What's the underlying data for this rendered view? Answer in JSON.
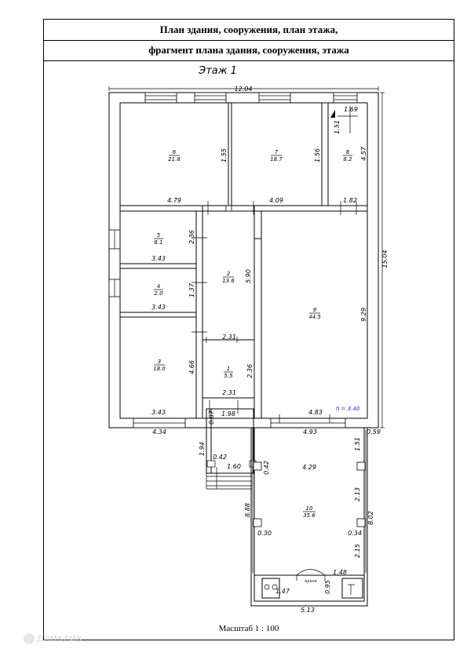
{
  "header": {
    "line1": "План здания, сооружения, план этажа,",
    "line2": "фрагмент плана здания, сооружения, этажа"
  },
  "floor_title": "Этаж 1",
  "rooms": [
    {
      "number": "1",
      "area": "5.5"
    },
    {
      "number": "2",
      "area": "13.6"
    },
    {
      "number": "3",
      "area": "18.0"
    },
    {
      "number": "4",
      "area": "2.0"
    },
    {
      "number": "5",
      "area": "8.1"
    },
    {
      "number": "6",
      "area": "21.8"
    },
    {
      "number": "7",
      "area": "18.7"
    },
    {
      "number": "8",
      "area": "8.2"
    },
    {
      "number": "9",
      "area": "44.5"
    },
    {
      "number": "10",
      "area": "35.6"
    }
  ],
  "dimensions": {
    "top_width": "12.04",
    "r6_height": "1.55",
    "r6_width": "4.79",
    "r7_height": "1.56",
    "r7_width": "4.09",
    "r8_top": "1.69",
    "r8_left": "1.51",
    "r8_height": "4.57",
    "r8_width": "1.82",
    "total_height": "15.04",
    "r5_height": "2.36",
    "r5_width": "3.43",
    "r4_height": "1.37",
    "r4_width": "3.43",
    "r2_height": "5.90",
    "r9_height": "9.29",
    "r1_top": "2.31",
    "r1_height": "2.36",
    "r1_bottom": "2.31",
    "r3_height": "4.66",
    "r3_width": "3.43",
    "bottom_left": "4.34",
    "porch_top": "1.98",
    "porch_side": "0.87",
    "r9_width": "4.83",
    "bottom_mid": "4.93",
    "offset_right": "0.59",
    "porch_height": "1.94",
    "porch_left": "0.42",
    "stair_width": "1.60",
    "r10_left_a": "0.42",
    "r10_top": "4.29",
    "r10_right_top": "1.51",
    "r10_right_a": "2.13",
    "r10_left_height": "8.88",
    "r10_right_height": "8.02",
    "r10_left_b": "0.30",
    "r10_right_b": "0.34",
    "r10_right_c": "2.15",
    "r10_wc_width": "1.48",
    "r10_wc_a": "1.47",
    "r10_wc_b": "0.95",
    "bottom_r10": "5.13"
  },
  "ceiling_height": "h = 3.40",
  "kitchen_label": "кухня",
  "scale": "Масштаб 1 : 100",
  "watermark": "домклик"
}
